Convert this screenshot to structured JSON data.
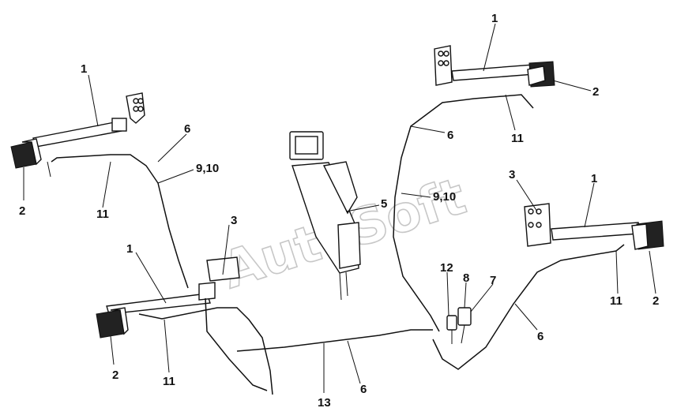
{
  "watermark": "AutoSoft",
  "callouts": {
    "tl_arm": "1",
    "tl_lamp": "2",
    "tl_wire": "6",
    "tl_clip": "9,10",
    "tl_hose": "11",
    "ml_bracket": "3",
    "ml_arm": "1",
    "bl_lamp": "2",
    "bl_hose": "11",
    "tr_arm": "1",
    "tr_lamp": "2",
    "tr_wire": "6",
    "tr_hose": "11",
    "mr_bracket": "3",
    "mr_arm": "1",
    "mr_clip": "9,10",
    "console": "5",
    "relay_12": "12",
    "relay_8": "8",
    "relay_7": "7",
    "br_hose": "11",
    "br_lamp": "2",
    "br_wire": "6",
    "bottom_wire": "6",
    "bottom_main": "13"
  }
}
